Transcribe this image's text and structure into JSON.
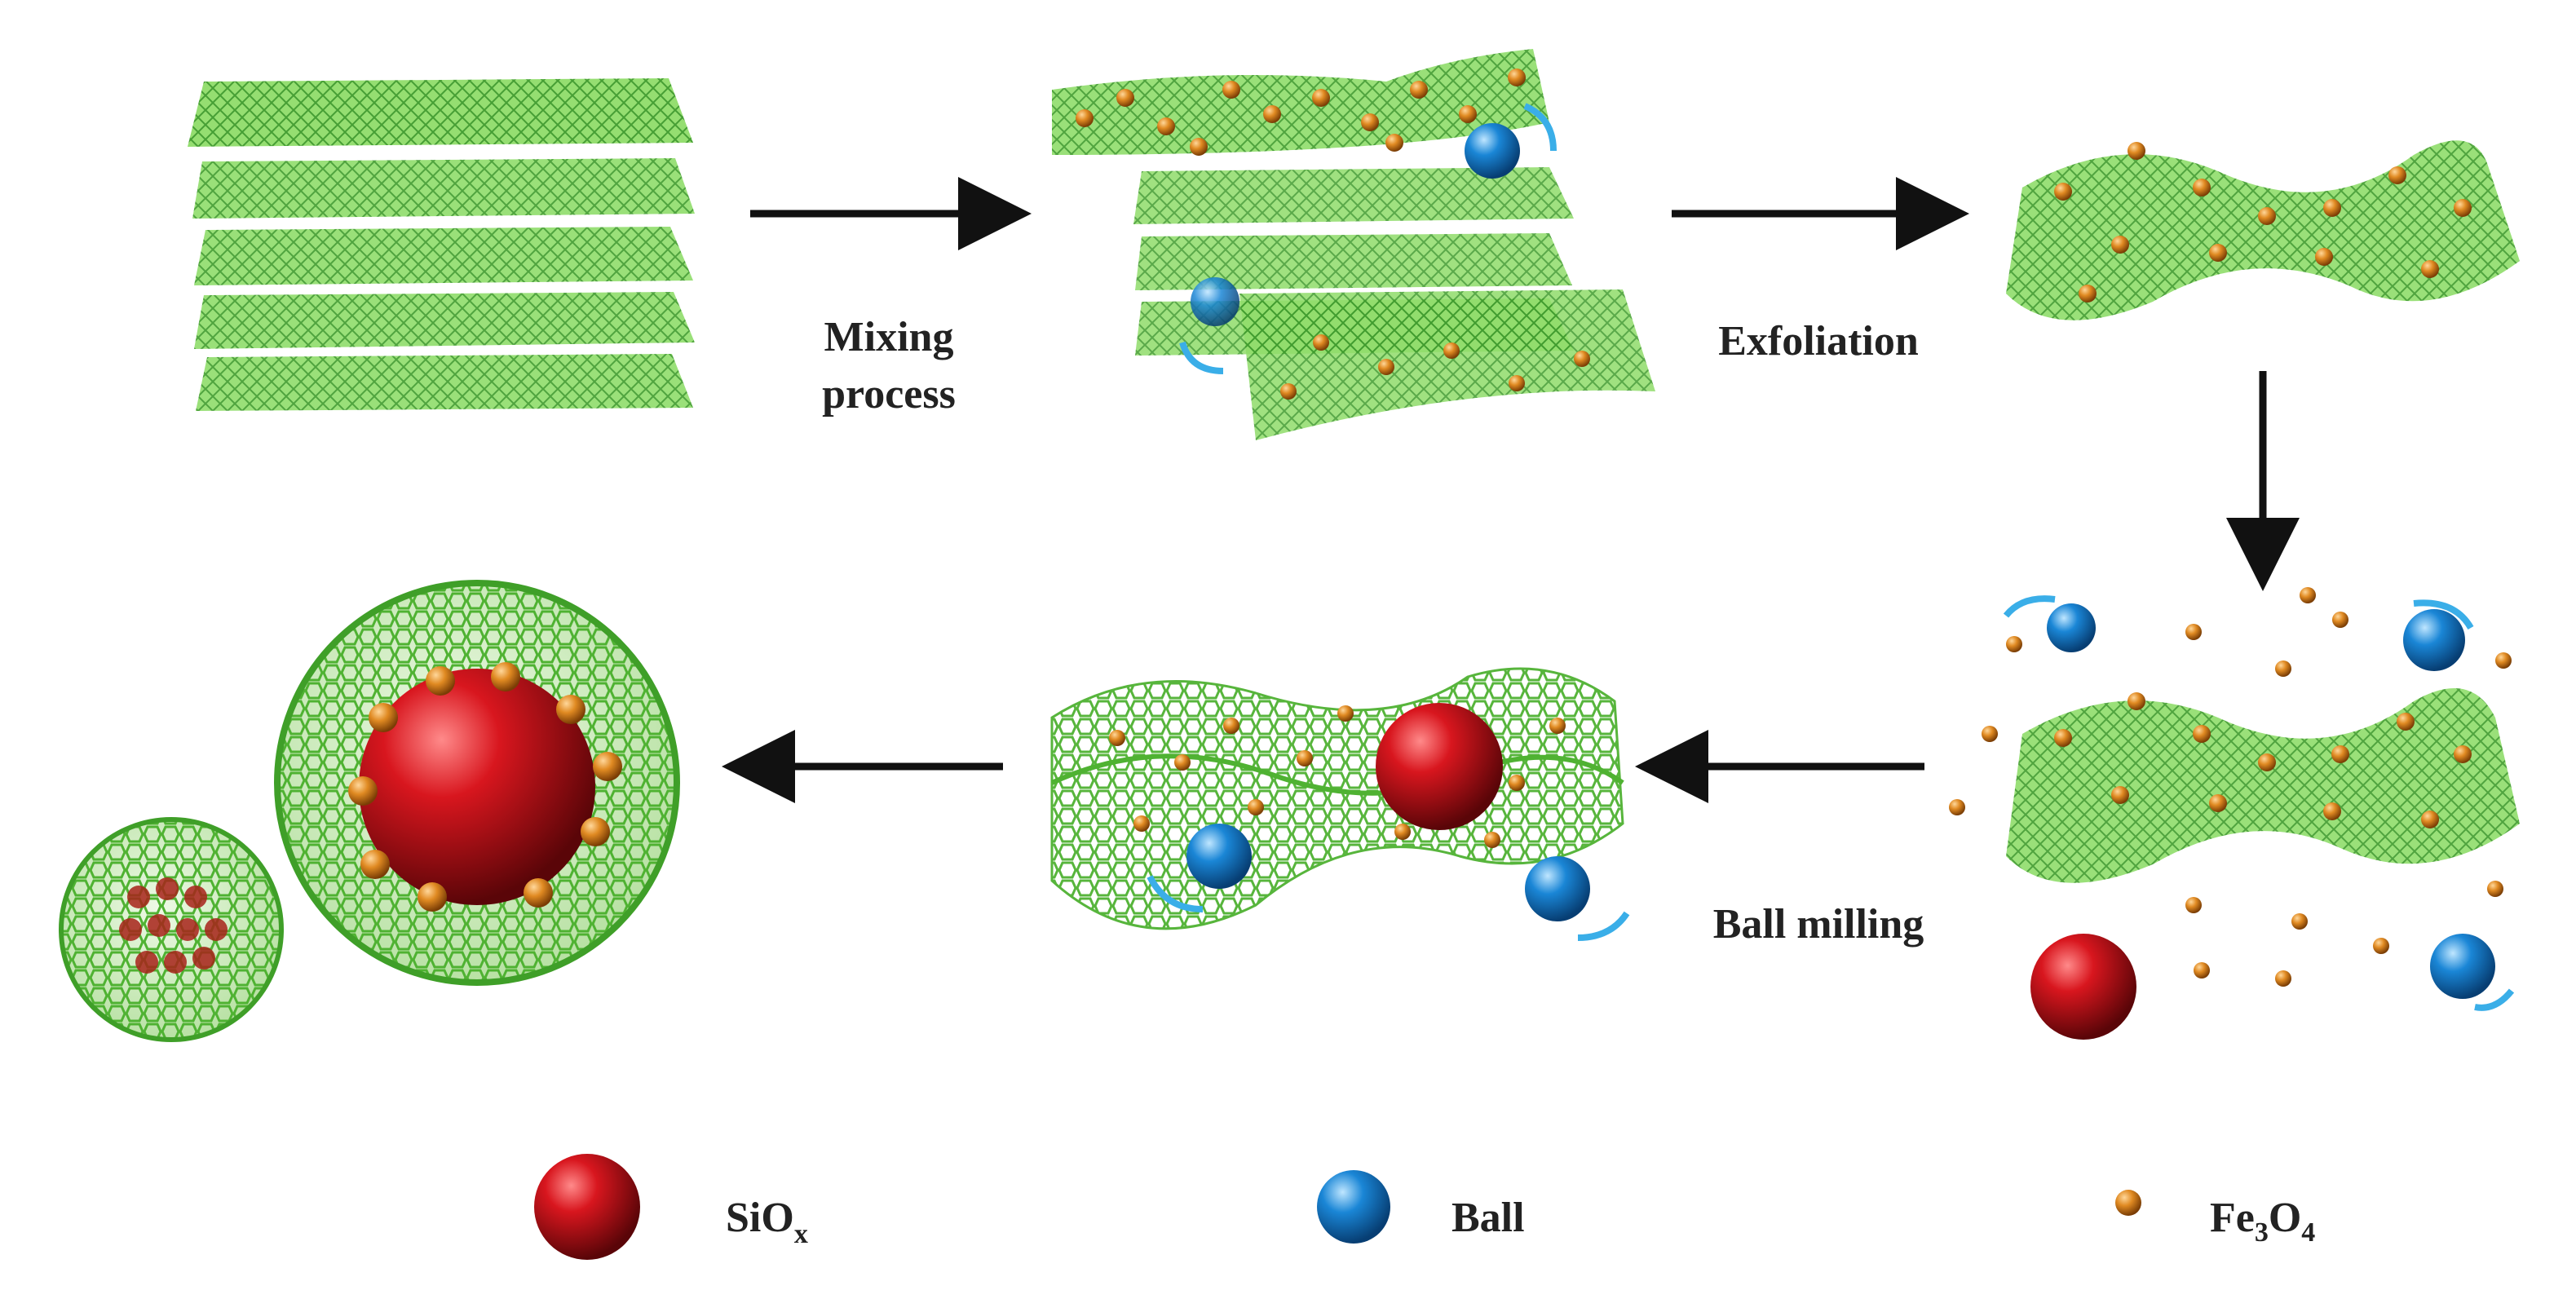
{
  "steps": {
    "mixing_line1": "Mixing",
    "mixing_line2": "process",
    "exfoliation": "Exfoliation",
    "ball_milling": "Ball milling"
  },
  "legend": {
    "siox_base": "SiO",
    "siox_sub": "x",
    "ball": "Ball",
    "fe_base": "Fe",
    "fe_sub1": "3",
    "fe_mid": "O",
    "fe_sub2": "4"
  },
  "colors": {
    "graphene": "#5fbf3a",
    "graphene_dark": "#2f8f1f",
    "siox": "#c0141a",
    "ball": "#1a86d6",
    "fe3o4": "#e08a22",
    "arrow": "#111111"
  }
}
